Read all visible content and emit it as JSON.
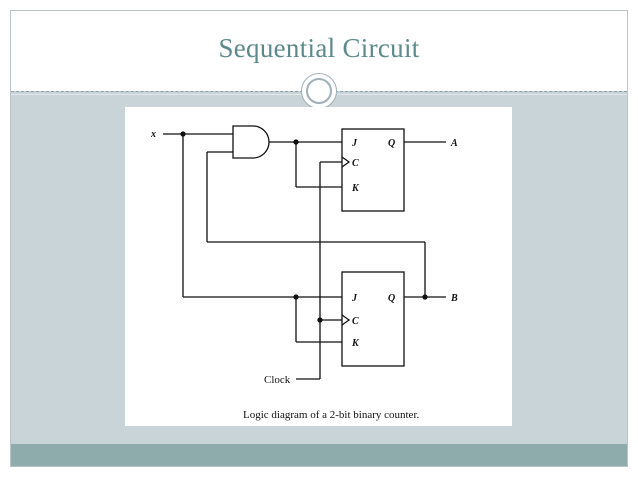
{
  "slide": {
    "title": "Sequential Circuit"
  },
  "diagram": {
    "input_x": "x",
    "output_a": "A",
    "output_b": "B",
    "clock_label": "Clock",
    "caption": "Logic diagram of a 2-bit binary counter.",
    "flipflop_top": {
      "j": "J",
      "c": "C",
      "k": "K",
      "q": "Q"
    },
    "flipflop_bottom": {
      "j": "J",
      "c": "C",
      "k": "K",
      "q": "Q"
    }
  }
}
